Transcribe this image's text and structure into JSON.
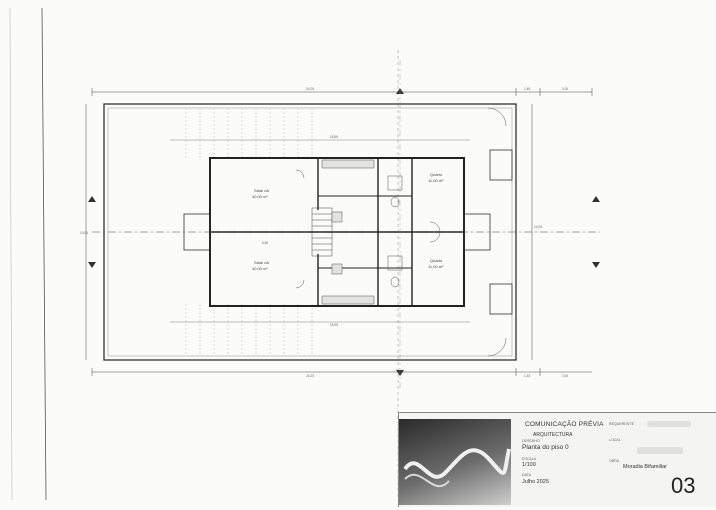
{
  "plan": {
    "dimensions": {
      "top_overall": "24,25",
      "top_right_a": "1,45",
      "top_right_b": "3,00",
      "bottom_overall": "24,25",
      "bottom_right_a": "1,45",
      "bottom_right_b": "3,00",
      "inner_top": "15,55",
      "inner_bottom": "15,55",
      "left_height": "10,05",
      "right_height": "10,05",
      "corridor": "5,50"
    },
    "rooms": {
      "upper_living": "Sala/ c/k",
      "upper_living_area": "40,00 m²",
      "lower_living": "Sala/ c/k",
      "lower_living_area": "40,00 m²",
      "upper_bedroom": "Quarto",
      "upper_bedroom_area": "11,00 m²",
      "lower_bedroom": "Quarto",
      "lower_bedroom_area": "11,00 m²"
    }
  },
  "title_block": {
    "project": "COMUNICAÇÃO PRÉVIA",
    "discipline": "ARQUITECTURA",
    "drawing_label": "DESENHO",
    "drawing": "Planta do piso 0",
    "scale_label": "ESCALA",
    "scale": "1/100",
    "date_label": "DATA",
    "date": "Julho 2025",
    "applicant_label": "REQUERENTE",
    "location_label": "LOCAL",
    "work_label": "OBRA",
    "work": "Moradia Bifamiliar",
    "sheet_number": "03"
  }
}
